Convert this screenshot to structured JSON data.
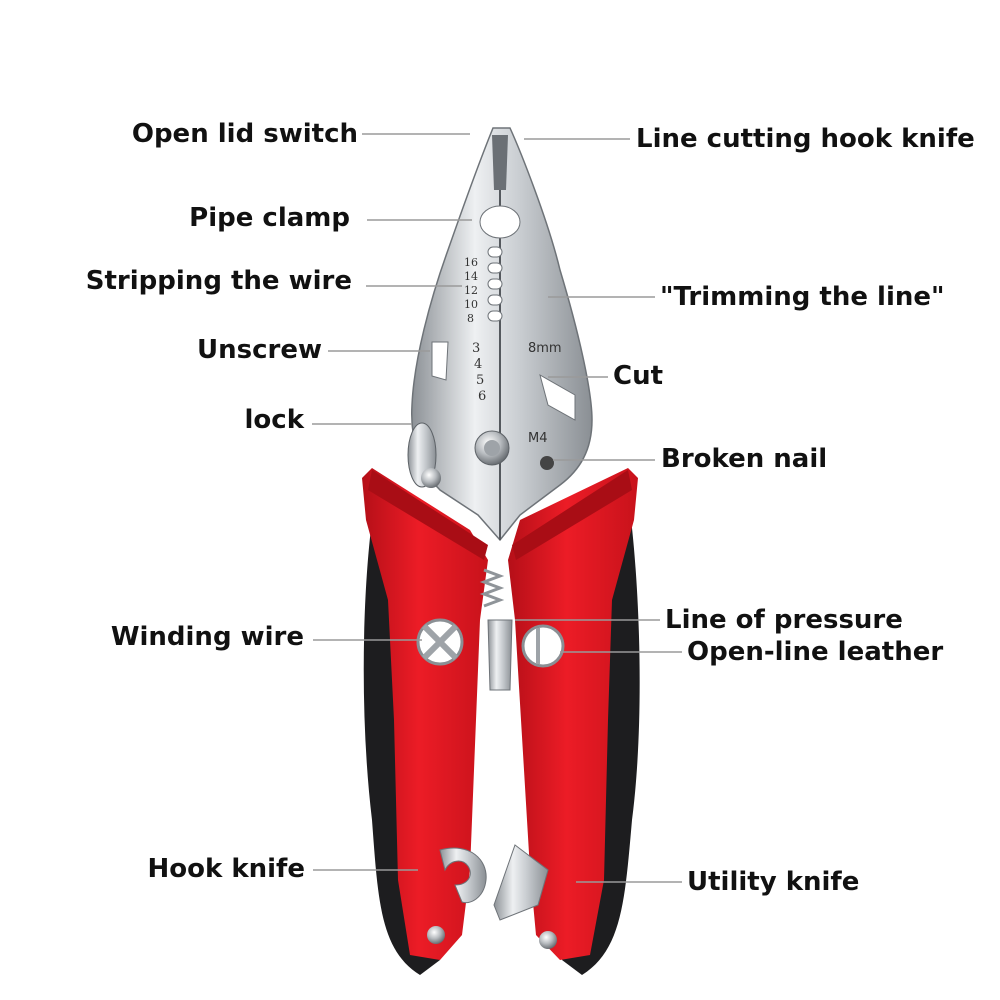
{
  "colors": {
    "handle_red": "#e4141f",
    "handle_red_dark": "#a90d15",
    "grip_black": "#1d1d1f",
    "steel_light": "#e6e8ea",
    "steel_mid": "#b9bdc1",
    "steel_dark": "#7d8287",
    "leader_line": "#9a9a9a",
    "text": "#111111"
  },
  "labels": {
    "open_lid_switch": "Open lid switch",
    "line_cutting_hook_knife": "Line cutting hook knife",
    "pipe_clamp": "Pipe clamp",
    "stripping_the_wire": "Stripping the wire",
    "trimming_the_line": "\"Trimming the line\"",
    "unscrew": "Unscrew",
    "cut": "Cut",
    "lock": "lock",
    "broken_nail": "Broken nail",
    "winding_wire": "Winding wire",
    "line_of_pressure": "Line of pressure",
    "open_line_leather": "Open-line leather",
    "hook_knife": "Hook knife",
    "utility_knife": "Utility knife"
  },
  "engravings": {
    "strip_gauges": [
      "16",
      "14",
      "12",
      "10",
      "8"
    ],
    "screw_sizes": [
      "3",
      "4",
      "5",
      "6"
    ],
    "crimp_size": "8mm",
    "bolt_size": "M4"
  }
}
